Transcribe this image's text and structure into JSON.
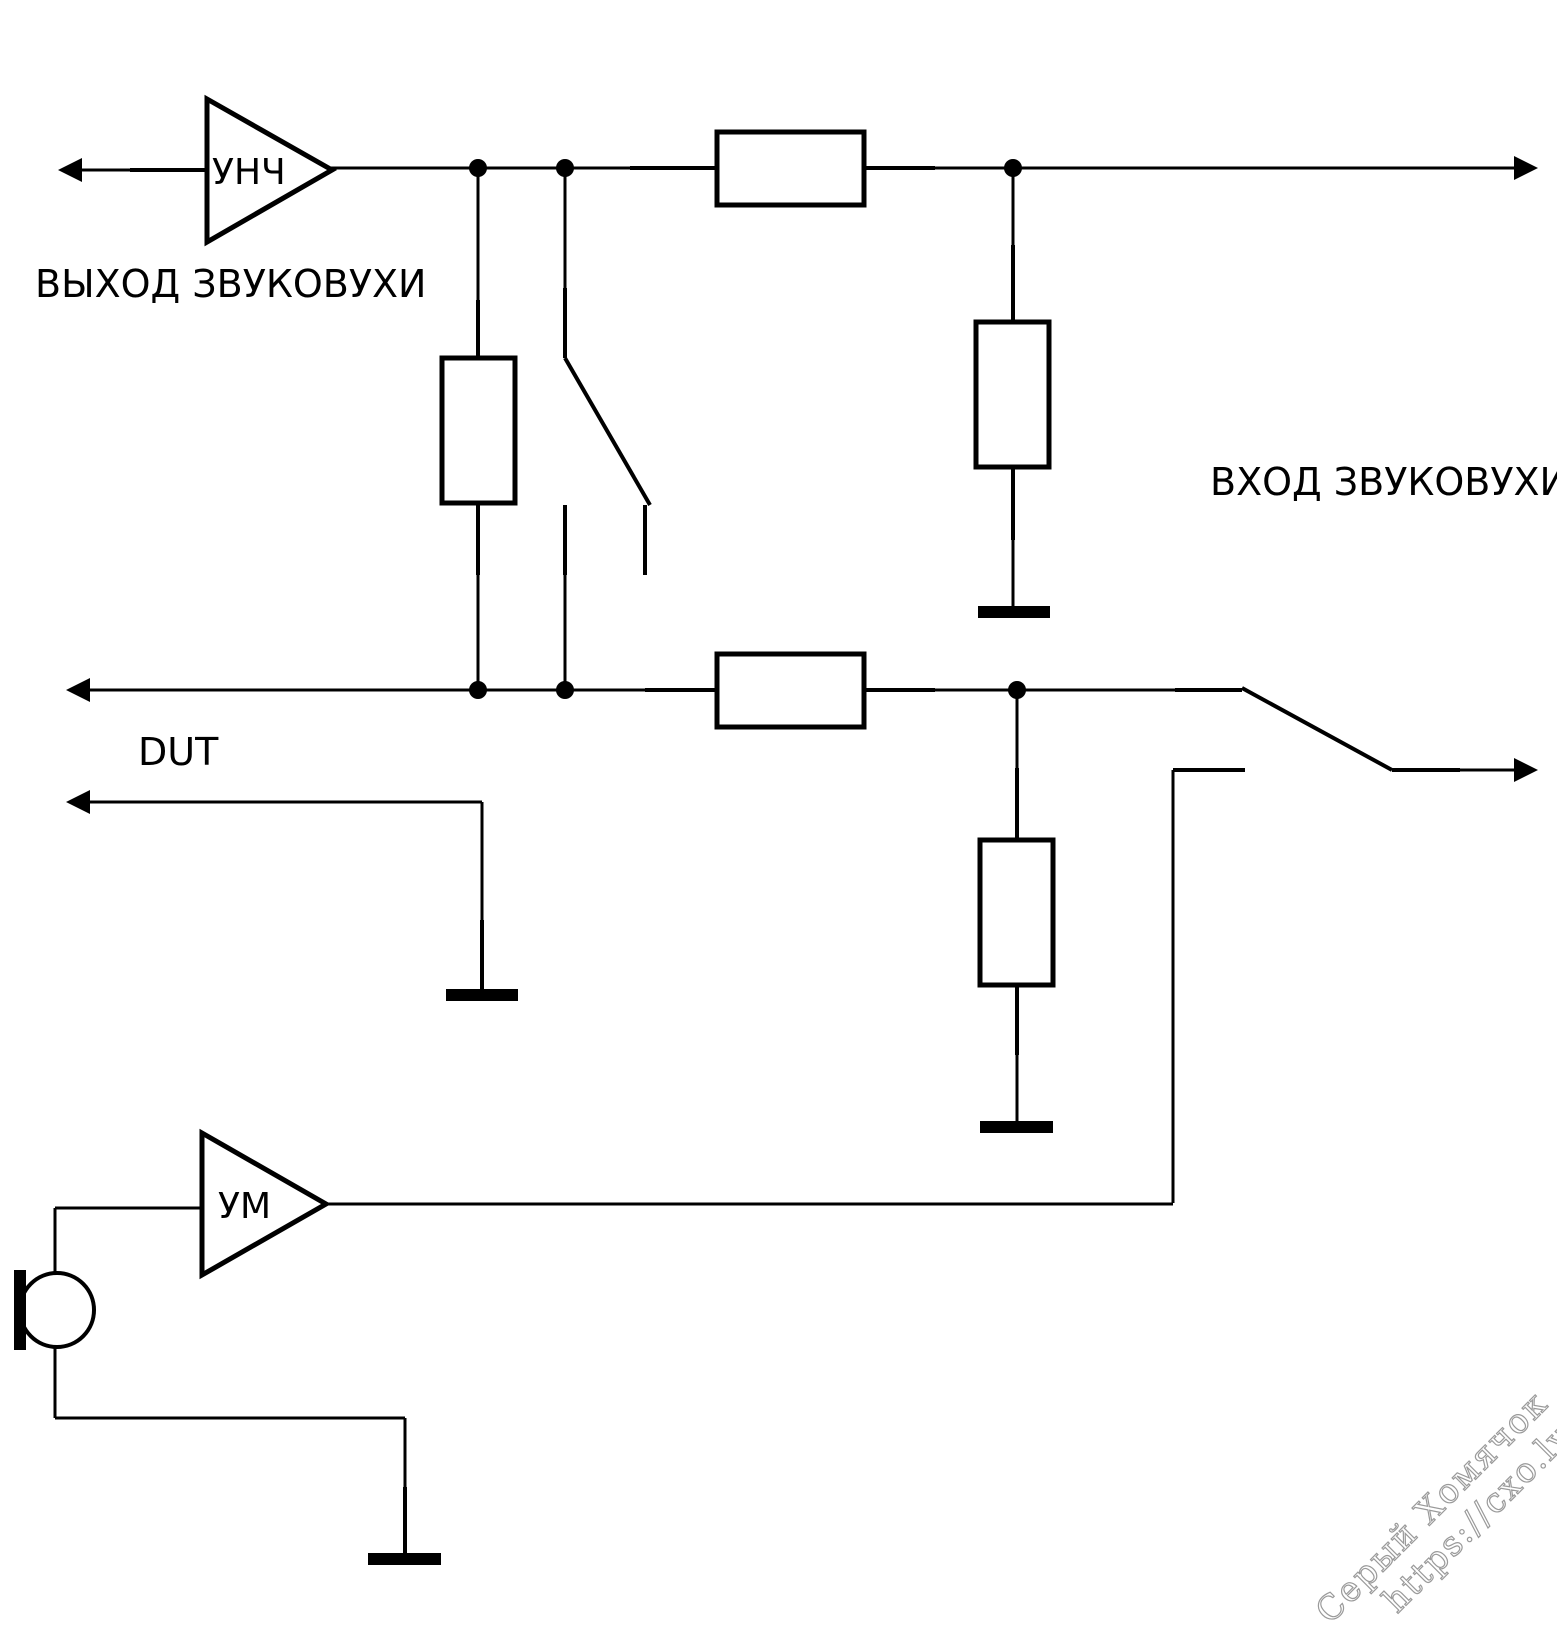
{
  "labels": {
    "amp_top": "УНЧ",
    "amp_bottom": "УМ",
    "soundcard_output": "ВЫХОД ЗВУКОВУХИ",
    "soundcard_input": "ВХОД ЗВУКОВУХИ",
    "dut": "DUT"
  },
  "watermark": {
    "author": "Серый Хомячок",
    "url": "https://cxo.lv"
  }
}
